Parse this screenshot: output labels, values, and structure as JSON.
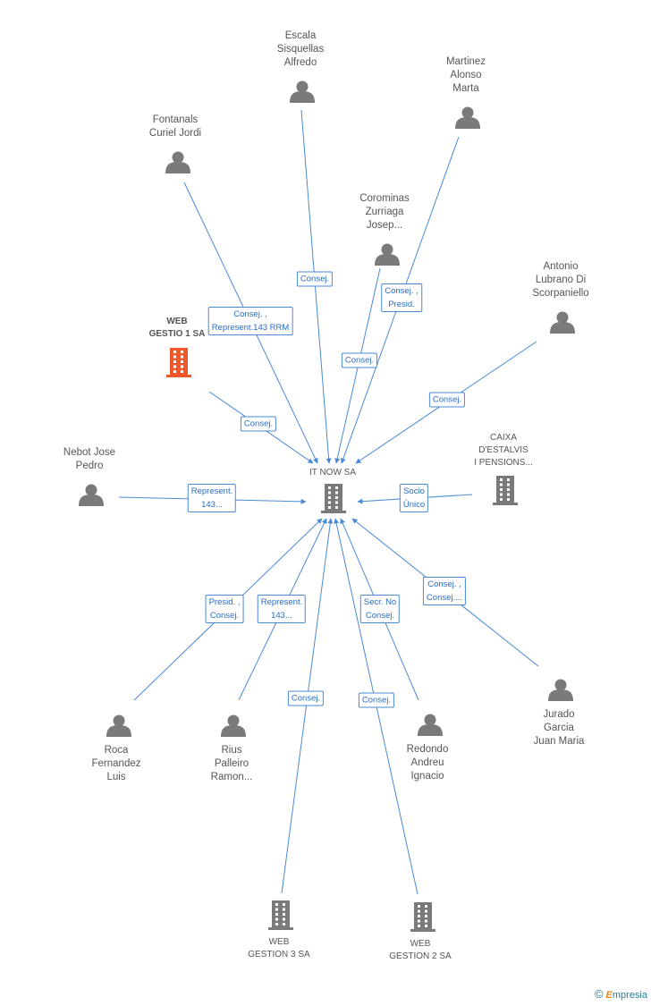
{
  "center": {
    "label": "IT NOW SA"
  },
  "companies": [
    {
      "id": "web1",
      "label": "WEB\nGESTIO 1 SA",
      "highlight": true
    },
    {
      "id": "caixa",
      "label": "CAIXA\nD'ESTALVIS\nI PENSIONS..."
    },
    {
      "id": "web3",
      "label": "WEB\nGESTION 3 SA"
    },
    {
      "id": "web2",
      "label": "WEB\nGESTION 2 SA"
    }
  ],
  "people": [
    {
      "id": "escala",
      "label": "Escala\nSisquellas\nAlfredo"
    },
    {
      "id": "martinez",
      "label": "Martinez\nAlonso\nMarta"
    },
    {
      "id": "fontanals",
      "label": "Fontanals\nCuriel Jordi"
    },
    {
      "id": "corominas",
      "label": "Corominas\nZurriaga\nJosep..."
    },
    {
      "id": "antonio",
      "label": "Antonio\nLubrano Di\nScorpaniello"
    },
    {
      "id": "nebot",
      "label": "Nebot Jose\nPedro"
    },
    {
      "id": "jurado",
      "label": "Jurado\nGarcia\nJuan Maria"
    },
    {
      "id": "roca",
      "label": "Roca\nFernandez\nLuis"
    },
    {
      "id": "rius",
      "label": "Rius\nPalleiro\nRamon..."
    },
    {
      "id": "redondo",
      "label": "Redondo\nAndreu\nIgnacio"
    }
  ],
  "edges": [
    {
      "id": "e-escala",
      "label": "Consej."
    },
    {
      "id": "e-martinez",
      "label": "Consej. ,\nPresid."
    },
    {
      "id": "e-fontanals",
      "label": "Consej. ,\nRepresent.143 RRM"
    },
    {
      "id": "e-corominas",
      "label": "Consej."
    },
    {
      "id": "e-antonio",
      "label": "Consej."
    },
    {
      "id": "e-web1",
      "label": "Consej."
    },
    {
      "id": "e-nebot",
      "label": "Represent.\n143..."
    },
    {
      "id": "e-caixa",
      "label": "Socio\nÚnico"
    },
    {
      "id": "e-roca",
      "label": "Presid. ,\nConsej."
    },
    {
      "id": "e-rius",
      "label": "Represent.\n143..."
    },
    {
      "id": "e-redondo",
      "label": "Secr. No\nConsej."
    },
    {
      "id": "e-jurado",
      "label": "Consej. ,\nConsej...."
    },
    {
      "id": "e-web3",
      "label": "Consej."
    },
    {
      "id": "e-web2",
      "label": "Consej."
    }
  ],
  "colors": {
    "edge": "#4a8ad4",
    "person_icon": "#7a7a7a",
    "company_icon": "#7a7a7a",
    "highlight_icon": "#f0582a"
  },
  "watermark": {
    "symbol": "©",
    "brand_initial": "E",
    "brand_rest": "mpresia"
  }
}
